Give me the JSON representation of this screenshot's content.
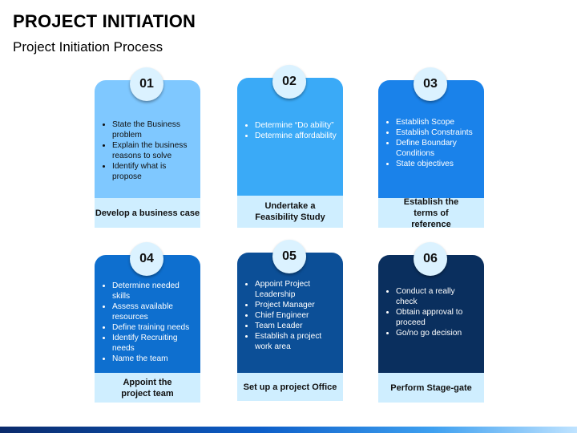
{
  "header": {
    "title": "PROJECT INITIATION",
    "subtitle": "Project Initiation Process"
  },
  "cards": [
    {
      "number": "01",
      "bullets": [
        "State the Business problem",
        "Explain the business reasons  to solve",
        "Identify what is propose"
      ],
      "label": "Develop a business case",
      "color": "#7fc8ff"
    },
    {
      "number": "02",
      "bullets": [
        "Determine “Do ability”",
        "Determine affordability"
      ],
      "label": "Undertake a Feasibility Study",
      "color": "#3aaaf7"
    },
    {
      "number": "03",
      "bullets": [
        "Establish Scope",
        "Establish Constraints",
        "Define Boundary Conditions",
        "State objectives"
      ],
      "label": "Establish the terms of reference",
      "color": "#1a82ea"
    },
    {
      "number": "04",
      "bullets": [
        "Determine needed skills",
        "Assess available resources",
        "Define training needs",
        "Identify Recruiting needs",
        "Name the team"
      ],
      "label": "Appoint the project team",
      "color": "#0e6fcf"
    },
    {
      "number": "05",
      "bullets": [
        "Appoint Project Leadership",
        "Project Manager",
        "Chief Engineer",
        "Team Leader",
        "Establish a project work area"
      ],
      "label": "Set up a project Office",
      "color": "#0c4f97"
    },
    {
      "number": "06",
      "bullets": [
        "Conduct a really check",
        "Obtain approval to proceed",
        "Go/no go decision"
      ],
      "label": "Perform Stage-gate",
      "color": "#0a2f5e"
    }
  ]
}
